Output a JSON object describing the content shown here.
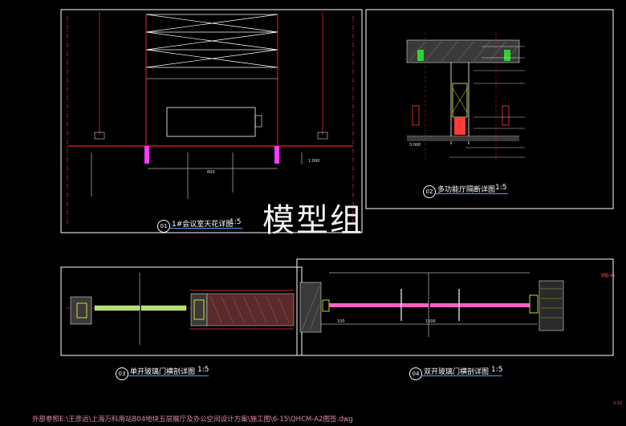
{
  "watermark": "模型组",
  "footer": "外部参照E:\\王彦远\\上海万科南站B04地块五层展厅及办公空间设计方案\\施工图\\6-15\\QHCM-A2图签.dwg",
  "details": [
    {
      "num": "01",
      "title": "1#会议室天花详图",
      "scale": "1:5"
    },
    {
      "num": "02",
      "title": "多功能厅隔断详图",
      "scale": "1:5"
    },
    {
      "num": "03",
      "title": "单开玻璃门横剖详图",
      "scale": "1:5"
    },
    {
      "num": "04",
      "title": "双开玻璃门横剖详图",
      "scale": "1:5"
    }
  ],
  "dims": {
    "d1": "600",
    "d2": "1.000",
    "d3": "1500",
    "d4": "100",
    "d5": "3.000"
  },
  "tags": {
    "right1": "详图-A1",
    "right2": "2-15"
  }
}
